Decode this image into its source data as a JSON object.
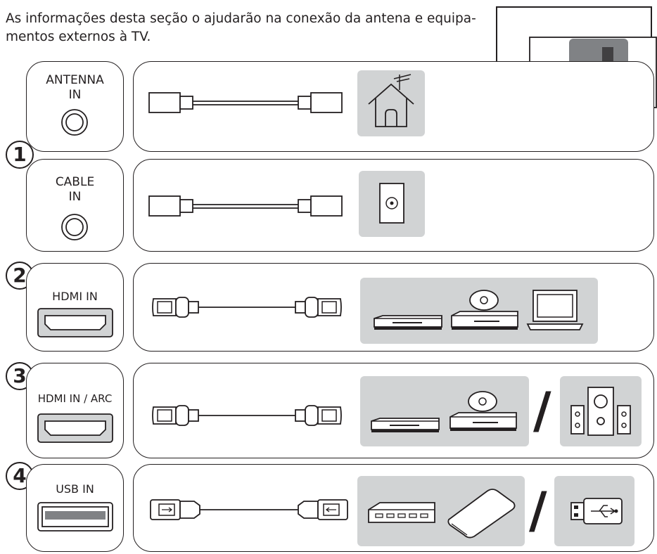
{
  "intro": {
    "line1": "As informações desta seção o ajudarão na conexão da antena e equipa-",
    "line2": "mentos externos à TV."
  },
  "ports": {
    "antenna": {
      "line1": "ANTENNA",
      "line2": "IN"
    },
    "cable": {
      "line1": "CABLE",
      "line2": "IN"
    },
    "hdmi": {
      "label": "HDMI IN"
    },
    "hdmi_arc": {
      "label": "HDMI IN / ARC"
    },
    "usb": {
      "label": "USB IN"
    }
  },
  "steps": {
    "one": "1",
    "two": "2",
    "three": "3",
    "four": "4"
  },
  "separator": "/",
  "icons": {
    "rf_cable": "coaxial-cable-icon",
    "house_antenna": "house-antenna-icon",
    "wall_outlet": "wall-outlet-icon",
    "hdmi_cable": "hdmi-cable-icon",
    "set_top_box": "set-top-box-icon",
    "disc_player": "disc-player-icon",
    "laptop": "laptop-icon",
    "speakers": "speaker-system-icon",
    "usb_cable": "usb-cable-icon",
    "usb_hub": "usb-hub-icon",
    "hard_drive": "external-hard-drive-icon",
    "usb_stick": "usb-flash-drive-icon"
  },
  "colors": {
    "line": "#231f20",
    "panel": "#d1d3d4",
    "tv_panel": "#808285",
    "tv_port": "#414042"
  }
}
